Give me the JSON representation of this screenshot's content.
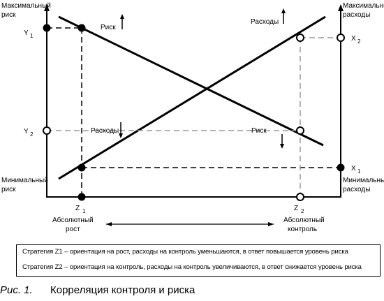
{
  "labels": {
    "max_risk": [
      "Максимальный",
      "риск"
    ],
    "max_costs": [
      "Максимальные",
      "расходы"
    ],
    "min_risk": [
      "Минимальный",
      "риск"
    ],
    "min_costs": [
      "Минимальные",
      "расходы"
    ],
    "y1": "Y",
    "y1_sub": "1",
    "y2": "Y",
    "y2_sub": "2",
    "x1": "X",
    "x1_sub": "1",
    "x2": "X",
    "x2_sub": "2",
    "z1": "Z",
    "z1_sub": "1",
    "z2": "Z",
    "z2_sub": "2",
    "abs_growth": [
      "Абсолютный",
      "рост"
    ],
    "abs_control": [
      "Абсолютный",
      "контроль"
    ],
    "risk_top": "Риск",
    "costs_top": "Расходы",
    "costs_mid": "Расходы",
    "risk_mid": "Риск"
  },
  "legend": {
    "line1": "Стратегия Z1 – ориентация на рост, расходы на контроль уменьшаются, в ответ повышается уровень риска",
    "line2": "Стратегия Z2 – ориентация на контроль, расходы на контроль увеличиваются, в ответ снижается уровень риска"
  },
  "caption": {
    "number": "Рис. 1.",
    "title": "Корреляция контроля и риска"
  }
}
